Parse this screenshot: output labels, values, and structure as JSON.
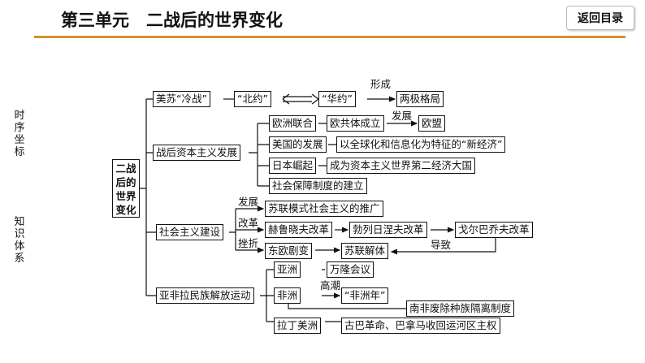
{
  "header": {
    "title": "第三单元　二战后的世界变化",
    "back_button": "返回目录"
  },
  "sidebar": {
    "timeline": "时序坐标",
    "knowledge": "知识体系"
  },
  "root": "二战后的世界变化",
  "cold_war": {
    "label": "美苏“冷战”",
    "nato": "“北约”",
    "warsaw": "“华约”",
    "form_label": "形成",
    "result": "两极格局"
  },
  "capitalism": {
    "label": "战后资本主义发展",
    "eu_union": "欧洲联合",
    "ec": "欧共体成立",
    "develop_label": "发展",
    "eu": "欧盟",
    "usa": "美国的发展",
    "new_economy": "以全球化和信息化为特征的“新经济”",
    "japan": "日本崛起",
    "japan_result": "成为资本主义世界第二经济大国",
    "welfare": "社会保障制度的建立"
  },
  "socialism": {
    "label": "社会主义建设",
    "develop_label": "发展",
    "soviet_model": "苏联模式社会主义的推广",
    "reform_label": "改革",
    "khrushchev": "赫鲁晓夫改革",
    "brezhnev": "勃列日涅夫改革",
    "gorbachev": "戈尔巴乔夫改革",
    "setback_label": "挫折",
    "east_europe": "东欧剧变",
    "ussr_collapse": "苏联解体",
    "lead_label": "导致"
  },
  "liberation": {
    "label": "亚非拉民族解放运动",
    "asia": "亚洲",
    "bandung": "万隆会议",
    "africa": "非洲",
    "climax_label": "高潮",
    "africa_year": "“非洲年”",
    "south_africa": "南非废除种族隔离制度",
    "latin_america": "拉丁美洲",
    "latin_result": "古巴革命、巴拿马收回运河区主权"
  }
}
